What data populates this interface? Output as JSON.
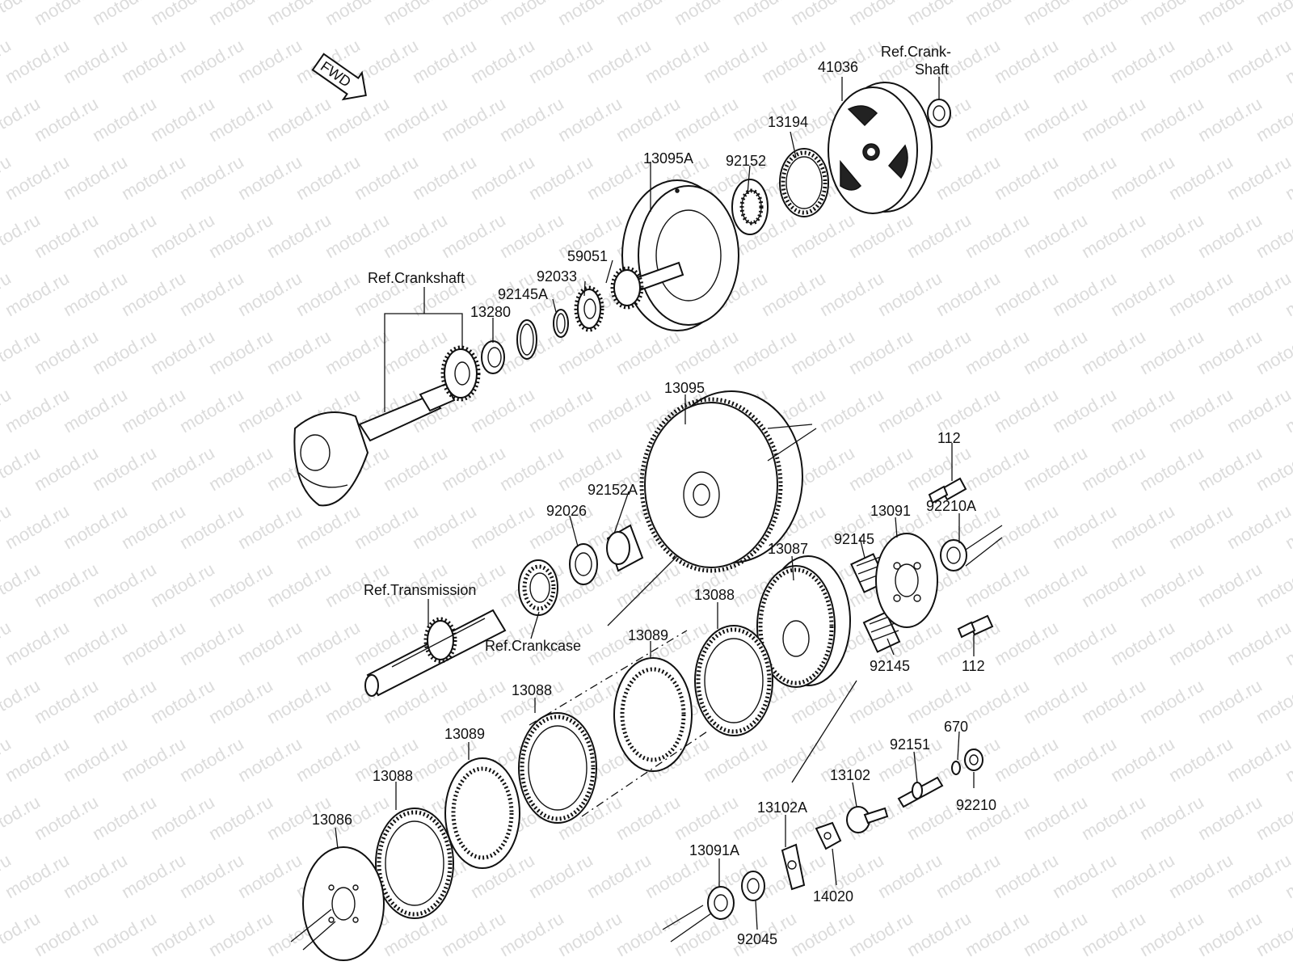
{
  "watermark": "motod.ru",
  "fwd_label": "FWD",
  "labels": {
    "l41036": "41036",
    "ref_crank_shaft_1": "Ref.Crank-",
    "ref_crank_shaft_2": "Shaft",
    "l13194": "13194",
    "l13095A": "13095A",
    "l92152": "92152",
    "ref_crankshaft": "Ref.Crankshaft",
    "l59051": "59051",
    "l92033": "92033",
    "l92145A": "92145A",
    "l13280": "13280",
    "l13095": "13095",
    "l112_top": "112",
    "l92152A": "92152A",
    "l92026": "92026",
    "l13091": "13091",
    "l92210A": "92210A",
    "l92145_top": "92145",
    "l13087": "13087",
    "ref_transmission": "Ref.Transmission",
    "l13088_top": "13088",
    "ref_crankcase": "Ref.Crankcase",
    "l13089_top": "13089",
    "l92145_bottom": "92145",
    "l112_bottom": "112",
    "l13088_mid": "13088",
    "l670": "670",
    "l13089_bottom": "13089",
    "l92151": "92151",
    "l13102": "13102",
    "l13088_bottom": "13088",
    "l92210": "92210",
    "l13102A": "13102A",
    "l13086": "13086",
    "l13091A": "13091A",
    "l14020": "14020",
    "l92045": "92045"
  }
}
